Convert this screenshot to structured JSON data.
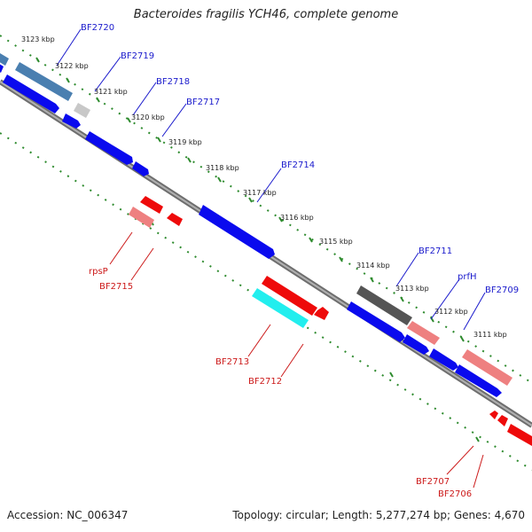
{
  "title": "Bacteroides fragilis YCH46, complete genome",
  "footer": {
    "accession": "Accession: NC_006347",
    "summary": "Topology: circular; Length: 5,277,274 bp; Genes: 4,670"
  },
  "kbp_labels": [
    "3123 kbp",
    "3122 kbp",
    "3121 kbp",
    "3120 kbp",
    "3119 kbp",
    "3118 kbp",
    "3117 kbp",
    "3116 kbp",
    "3115 kbp",
    "3114 kbp",
    "3113 kbp",
    "3112 kbp",
    "3111 kbp"
  ],
  "forward_gene_labels": [
    "BF2720",
    "BF2719",
    "BF2718",
    "BF2717",
    "BF2714",
    "BF2711",
    "prfH",
    "BF2709"
  ],
  "reverse_gene_labels": [
    "rpsP",
    "BF2715",
    "BF2713",
    "BF2712",
    "BF2707",
    "BF2706"
  ],
  "colors": {
    "forward_label": "#1a1acc",
    "reverse_label": "#cc1a1a",
    "backbone": "#7a7a7a",
    "tick_dots": "#2e8b2e",
    "gene_blue": "#0a0aee",
    "gene_steel": "#4a7fb0",
    "gene_gray": "#c8c8c8",
    "gene_darkgray": "#555555",
    "gene_red": "#ee0a0a",
    "gene_pink": "#ee8080",
    "gene_cyan": "#22eeee"
  }
}
